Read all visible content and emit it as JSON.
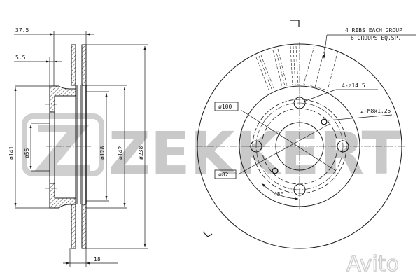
{
  "watermark": {
    "brand": "ZEKKERT",
    "logo_letter": "Z",
    "color": "#c9c9c9",
    "site_mark": "Avito"
  },
  "section_view": {
    "dimensions": {
      "overall_offset": "37.5",
      "hat_thickness": "5.5",
      "hat_outer_dia": "ø141",
      "center_bore": "ø55",
      "inner_friction_dia": "ø128",
      "hat_step_dia": "ø142",
      "outer_dia": "ø238",
      "disc_thickness": "18"
    }
  },
  "front_view": {
    "notes": {
      "ribs_line1": "4 RIBS EACH GROUP",
      "ribs_line2": "6 GROUPS EQ.SP.",
      "bolt_holes": "4-ø14.5",
      "threaded_holes": "2-M8x1.25",
      "pcd_box": "ø100",
      "pilot_box": "ø82",
      "angle": "45°"
    }
  },
  "colors": {
    "line": "#1a1a1a",
    "hatch": "#333333",
    "background": "#ffffff"
  }
}
